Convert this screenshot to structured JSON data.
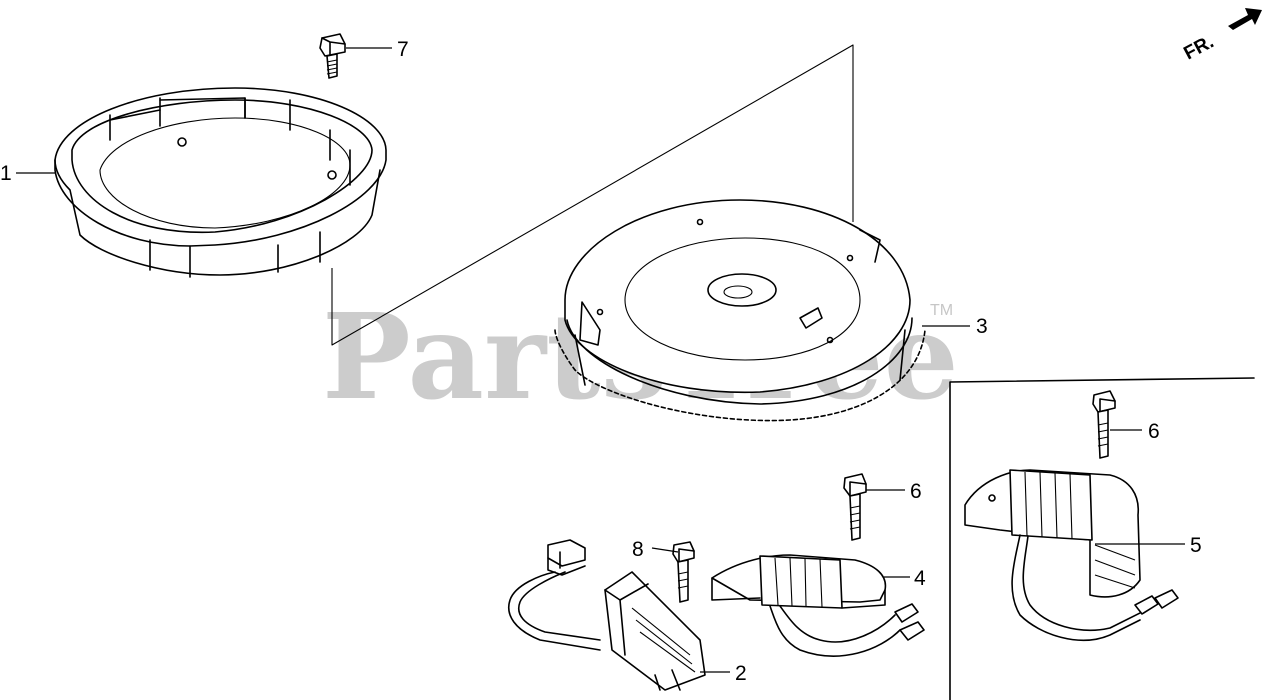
{
  "diagram": {
    "watermark": "PartsTree",
    "watermark_mark": "TM",
    "front_indicator": "FR.",
    "callouts": [
      {
        "id": "1",
        "label": "1",
        "part": "shroud-ring"
      },
      {
        "id": "2",
        "label": "2",
        "part": "ignition-coil"
      },
      {
        "id": "3",
        "label": "3",
        "part": "flywheel"
      },
      {
        "id": "4",
        "label": "4",
        "part": "charge-coil"
      },
      {
        "id": "5",
        "label": "5",
        "part": "charge-coil"
      },
      {
        "id": "6a",
        "label": "6",
        "part": "bolt"
      },
      {
        "id": "6b",
        "label": "6",
        "part": "bolt"
      },
      {
        "id": "7",
        "label": "7",
        "part": "bolt"
      },
      {
        "id": "8",
        "label": "8",
        "part": "bolt"
      }
    ]
  }
}
